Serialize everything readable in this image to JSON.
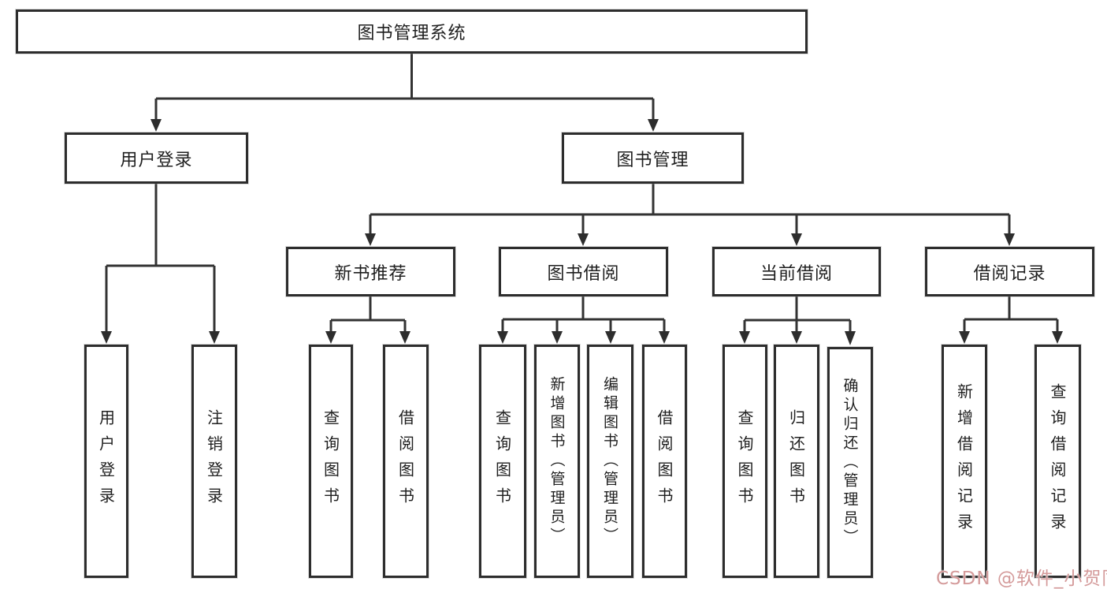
{
  "tree": {
    "root": {
      "label": "图书管理系统",
      "children": [
        {
          "label": "用户登录",
          "children": [
            {
              "label": "用户登录"
            },
            {
              "label": "注销登录"
            }
          ]
        },
        {
          "label": "图书管理",
          "children": [
            {
              "label": "新书推荐",
              "children": [
                {
                  "label": "查询图书"
                },
                {
                  "label": "借阅图书"
                }
              ]
            },
            {
              "label": "图书借阅",
              "children": [
                {
                  "label": "查询图书"
                },
                {
                  "label": "新增图书（管理员）"
                },
                {
                  "label": "编辑图书（管理员）"
                },
                {
                  "label": "借阅图书"
                }
              ]
            },
            {
              "label": "当前借阅",
              "children": [
                {
                  "label": "查询图书"
                },
                {
                  "label": "归还图书"
                },
                {
                  "label": "确认归还（管理员）"
                }
              ]
            },
            {
              "label": "借阅记录",
              "children": [
                {
                  "label": "新增借阅记录"
                },
                {
                  "label": "查询借阅记录"
                }
              ]
            }
          ]
        }
      ]
    }
  },
  "watermark": {
    "text": "CSDN @软件_小贺同学"
  },
  "colors": {
    "box_border": "#2d2d2d",
    "connector_line": "#333333",
    "text": "#1f1f1f",
    "watermark": "#d49a9a",
    "background": "#ffffff"
  }
}
